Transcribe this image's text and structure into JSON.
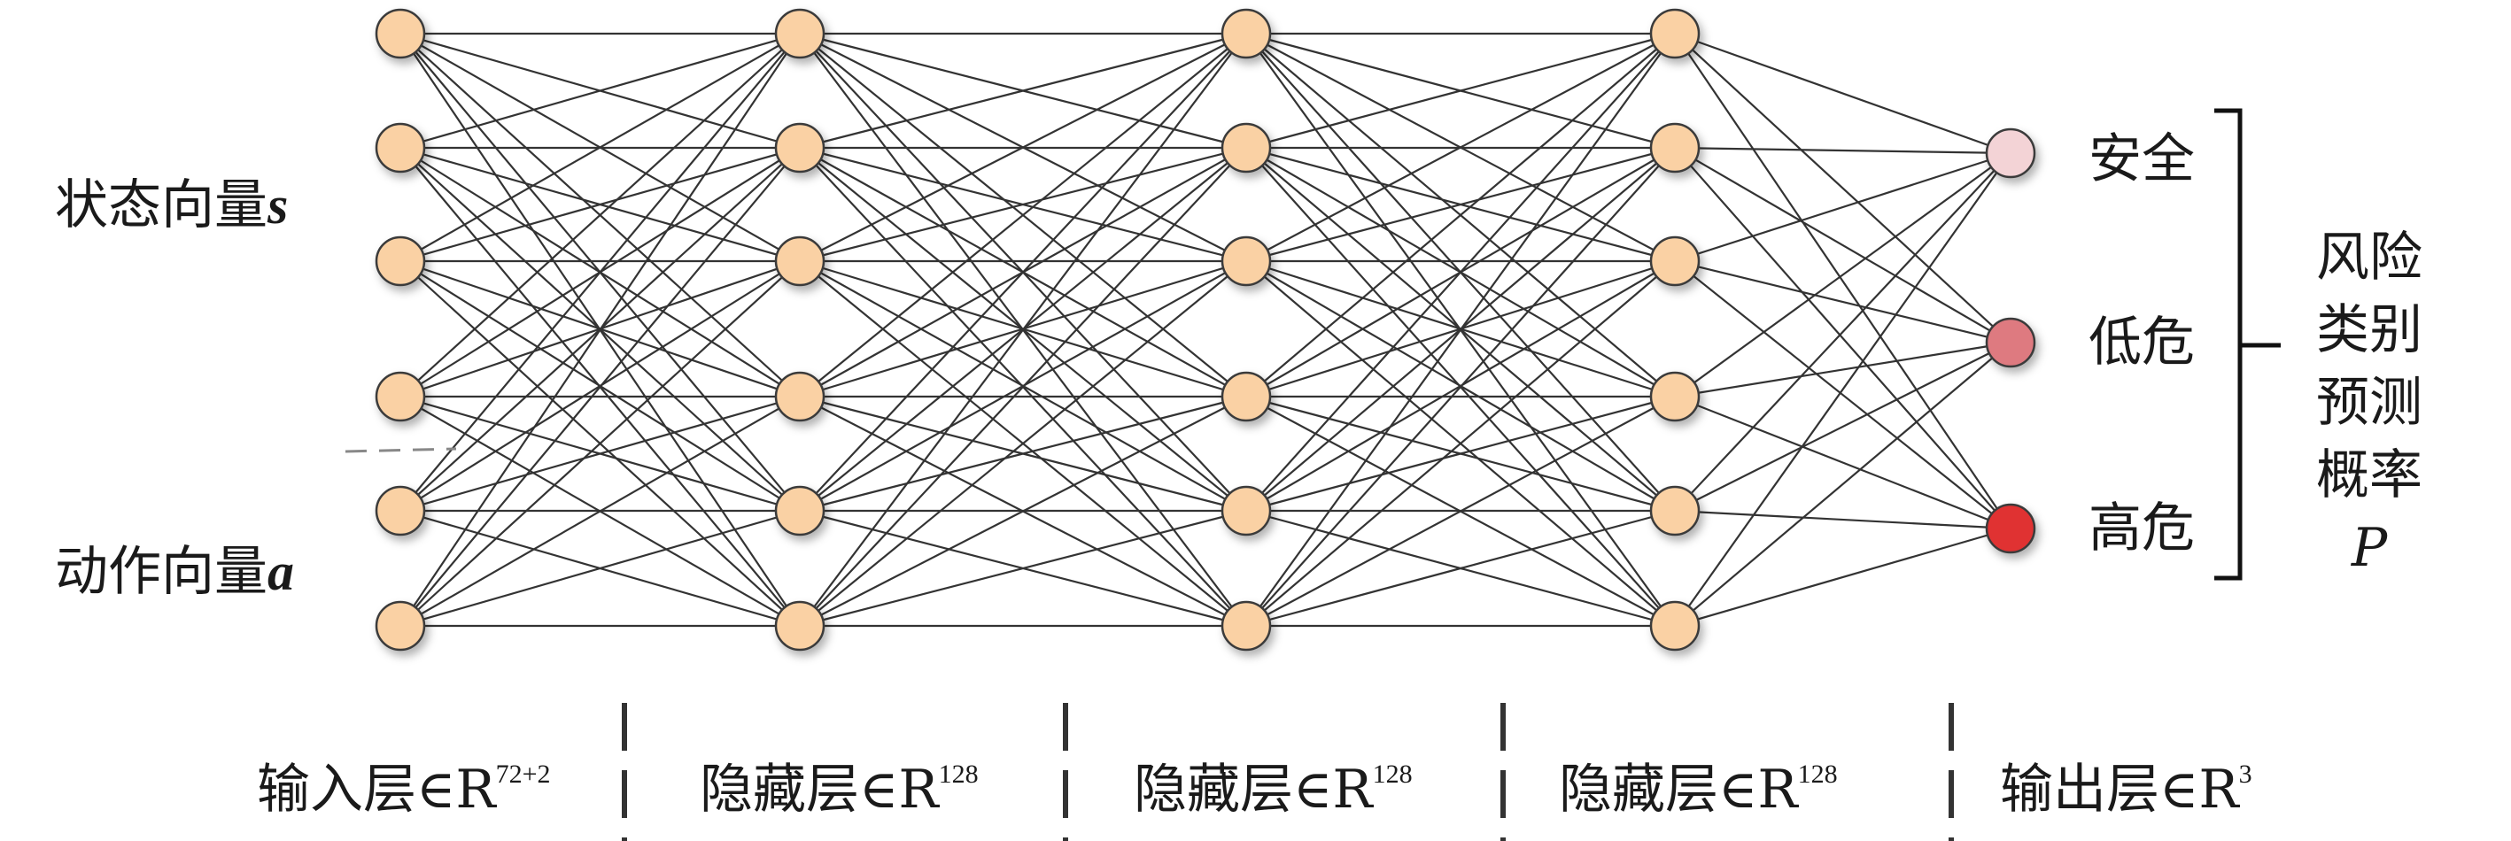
{
  "inputs": {
    "state_label": "状态向量",
    "state_symbol": "s",
    "action_label": "动作向量",
    "action_symbol": "a"
  },
  "layers": [
    {
      "name": "输入层",
      "dim": "72+2",
      "nodes": 6
    },
    {
      "name": "隐藏层",
      "dim": "128",
      "nodes": 6
    },
    {
      "name": "隐藏层",
      "dim": "128",
      "nodes": 6
    },
    {
      "name": "隐藏层",
      "dim": "128",
      "nodes": 6
    },
    {
      "name": "输出层",
      "dim": "3",
      "nodes": 3
    }
  ],
  "set_symbol": "∈R",
  "outputs": [
    {
      "label": "安全",
      "color": "#f3d3d6"
    },
    {
      "label": "低危",
      "color": "#de7a80"
    },
    {
      "label": "高危",
      "color": "#e03030"
    }
  ],
  "output_group": {
    "lines": [
      "风险",
      "类别",
      "预测",
      "概率"
    ],
    "symbol": "P"
  },
  "colors": {
    "node": "#fad1a4",
    "edge": "#333333"
  }
}
